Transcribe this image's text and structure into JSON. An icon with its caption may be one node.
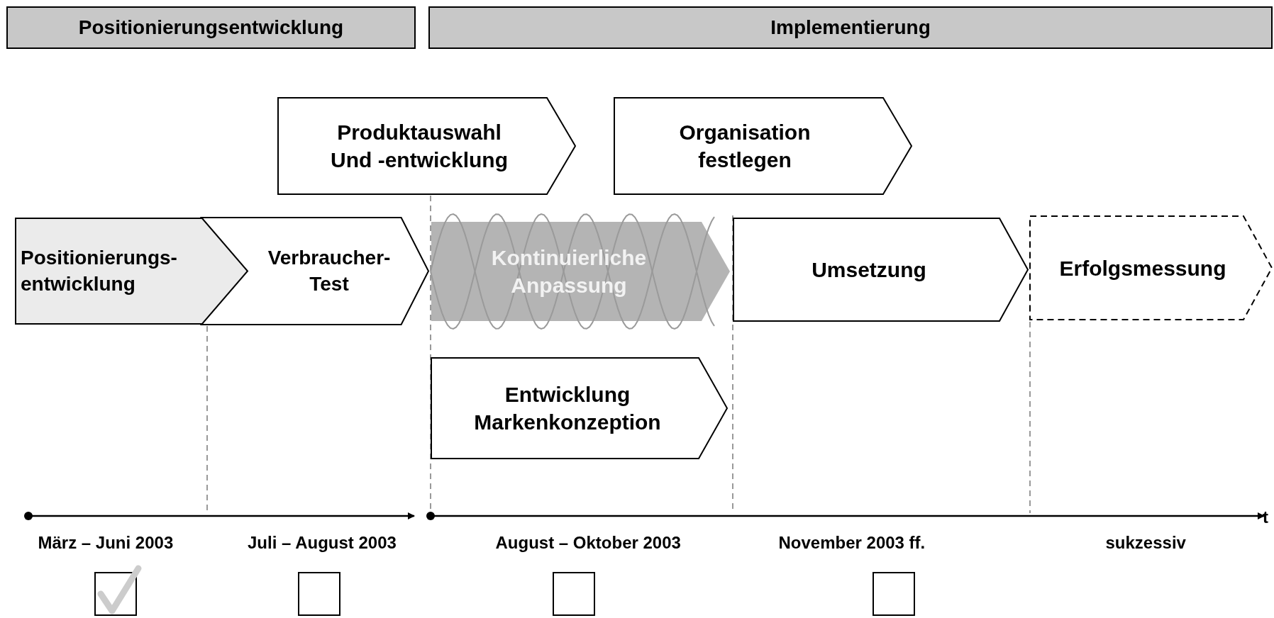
{
  "diagram": {
    "nodes": [
      {
        "text": [
          "Positionierungsentwicklung"
        ]
      },
      {
        "text": [
          "Implementierung"
        ]
      },
      {
        "text": [
          "Produktauswahl Und -entwicklung"
        ]
      },
      {
        "text": [
          "Organisation festlegen"
        ]
      },
      {
        "text": [
          "Positionierungs-entwicklung"
        ]
      },
      {
        "text": [
          "Verbraucher-Test"
        ]
      },
      {
        "text": [
          "Kontinuierliche Anpassung"
        ]
      },
      {
        "text": [
          "Umsetzung"
        ]
      },
      {
        "text": [
          "Erfolgsmessung"
        ]
      },
      {
        "text": [
          "Entwicklung Markenkonzeption"
        ]
      },
      {
        "text": [],
        "shape": "box"
      },
      {
        "text": [],
        "shape": "box"
      },
      {
        "text": [],
        "shape": "box"
      },
      {
        "text": [],
        "shape": "box"
      }
    ],
    "labels": [
      "t",
      "März – Juni 2003",
      "Juli – August 2003",
      "August – Oktober 2003",
      "November 2003 ff.",
      "sukzessiv"
    ]
  }
}
